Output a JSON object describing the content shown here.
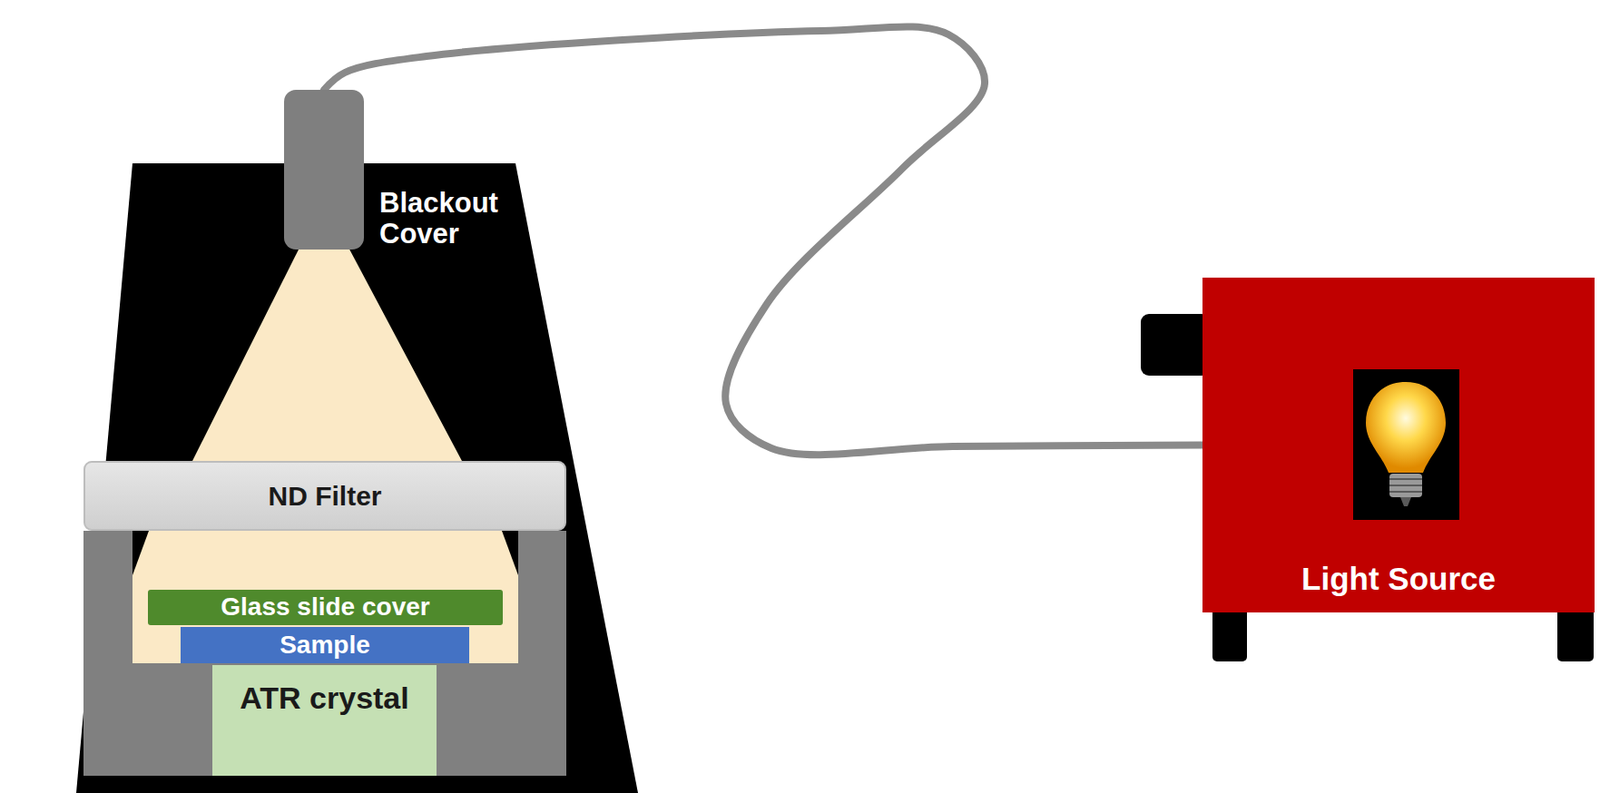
{
  "diagram": {
    "nodes": [
      {
        "text": [
          "Blackout Cover"
        ]
      },
      {
        "text": [
          "ND Filter"
        ],
        "in": 0
      },
      {
        "text": [
          "Glass slide cover"
        ],
        "in": 0
      },
      {
        "text": [
          "Sample"
        ],
        "in": 0
      },
      {
        "text": [
          "ATR crystal"
        ],
        "in": 0
      },
      {
        "text": [
          "Light Source"
        ]
      }
    ],
    "edges": [
      {
        "from": 5,
        "to": 0,
        "arrow": "none"
      }
    ]
  }
}
